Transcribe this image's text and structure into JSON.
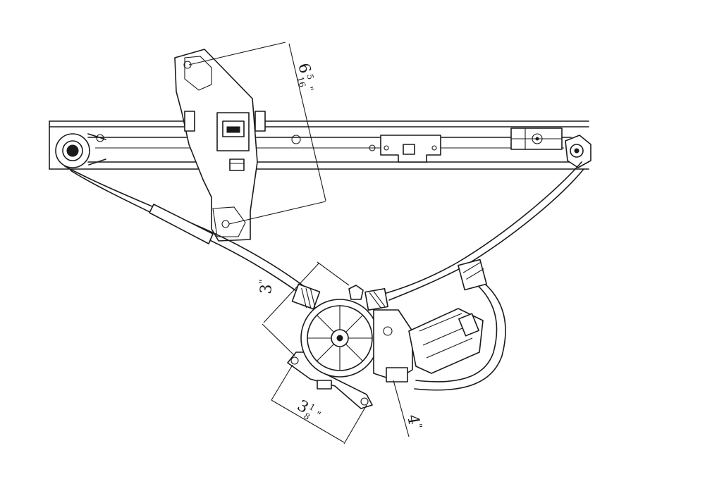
{
  "diagram": {
    "colors": {
      "line": "#1a1a1a",
      "background": "#ffffff"
    },
    "dimensions": [
      {
        "id": "bracket-height",
        "whole": "6",
        "num": "5",
        "den": "16",
        "unit": "\""
      },
      {
        "id": "pulley-width",
        "whole": "3",
        "num": "",
        "den": "",
        "unit": "\""
      },
      {
        "id": "motor-base",
        "whole": "3",
        "num": "1",
        "den": "8",
        "unit": "\""
      },
      {
        "id": "motor-offset",
        "whole": "4",
        "num": "",
        "den": "",
        "unit": "\""
      }
    ]
  }
}
